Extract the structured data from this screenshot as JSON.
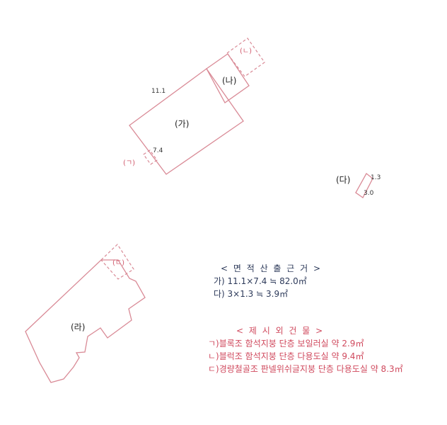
{
  "labels": {
    "ga": "(가)",
    "na": "(나)",
    "da": "(다)",
    "ra": "(라)",
    "giyeok": "(ㄱ)",
    "nieun": "(ㄴ)",
    "digeut": "(ㄷ)"
  },
  "dimensions": {
    "ga_long": "11.1",
    "ga_short": "7.4",
    "da_short": "1.3",
    "da_long": "3.0"
  },
  "area_calc": {
    "title": "< 면 적 산 출 근 거 >",
    "lines": [
      "가) 11.1×7.4 ≒ 82.0㎡",
      "다) 3×1.3 ≒ 3.9㎡"
    ]
  },
  "other_buildings": {
    "title": "< 제 시 외 건 물 >",
    "lines": [
      "ㄱ)블록조 함석지붕 단층 보일러실 약 2.9㎡",
      "ㄴ)블럭조 함석지붕 단층 다용도실 약 9.4㎡",
      "ㄷ)경량철골조 판넬위쉬글지붕 단층 다용도실 약 8.3㎡"
    ]
  },
  "colors": {
    "outline": "#d98a96",
    "notes_blue": "#2d3a5a",
    "notes_red": "#d04a5e"
  }
}
